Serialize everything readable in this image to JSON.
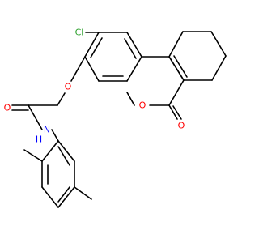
{
  "atoms": {
    "chlorine": {
      "text": "Cl",
      "color": "#2ca02c"
    },
    "ether_oxygen": {
      "text": "O",
      "color": "#ff0000"
    },
    "ring_oxygen": {
      "text": "O",
      "color": "#ff0000"
    },
    "lactone_carbonyl_oxygen": {
      "text": "O",
      "color": "#ff0000"
    },
    "amide_carbonyl_oxygen": {
      "text": "O",
      "color": "#ff0000"
    },
    "amide_nitrogen": {
      "text": "N",
      "color": "#0000ff"
    },
    "amide_hydrogen": {
      "text": "H",
      "color": "#0000ff"
    }
  },
  "colors": {
    "bond": "#000000",
    "background": "#ffffff"
  }
}
